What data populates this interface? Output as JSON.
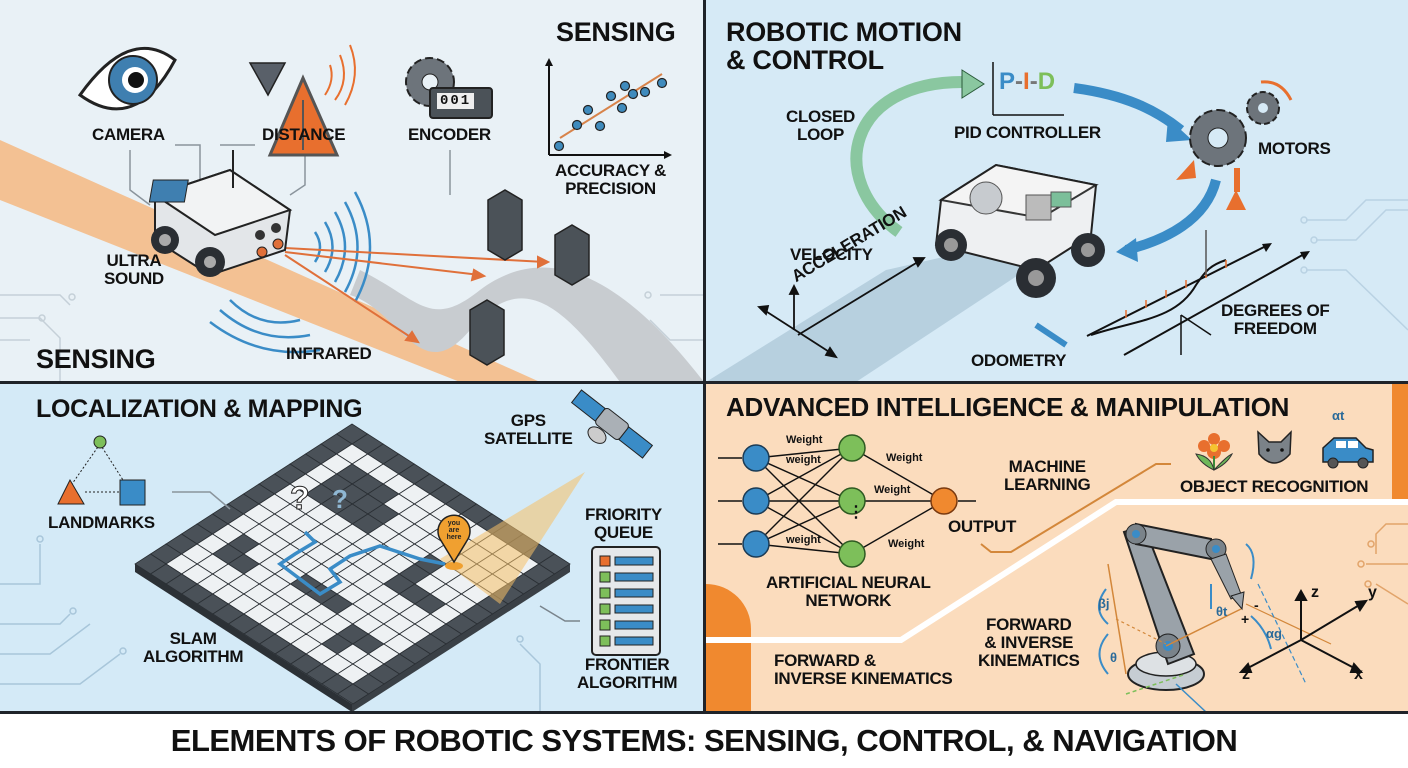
{
  "footer_title": "ELEMENTS OF ROBOTIC SYSTEMS: SENSING, CONTROL, & NAVIGATION",
  "colors": {
    "orange": "#f08a3c",
    "blue": "#3a8cc7",
    "green": "#7dbf5a",
    "dark": "#1f2329",
    "sensing_bg": "#e9f1f6",
    "motion_bg": "#d6eaf6",
    "mapping_bg": "#d4eaf7",
    "intelligence_bg": "#fbdcbd"
  },
  "sensing": {
    "title_top": "SENSING",
    "title_bottom": "SENSING",
    "labels": {
      "camera": "CAMERA",
      "distance": "DISTANCE",
      "encoder": "ENCODER",
      "ultrasound": "ULTRA\nSOUND",
      "infrared": "INFRARED",
      "accuracy": "ACCURACY &\nPRECISION"
    },
    "encoder_counter": "001",
    "icons": [
      "eye-camera-icon",
      "distance-triangle-icon",
      "gear-encoder-icon",
      "robot-car-icon",
      "scatter-plot-icon"
    ]
  },
  "motion": {
    "title": "ROBOTIC MOTION\n& CONTROL",
    "pid": {
      "p": "P",
      "i": "I",
      "d": "D",
      "sep": "-"
    },
    "labels": {
      "closed_loop": "CLOSED\nLOOP",
      "pid_controller": "PID CONTROLLER",
      "motors": "MOTORS",
      "velocity": "VELOCITY",
      "acceleration": "ACCELERATION",
      "odometry": "ODOMETRY",
      "dof": "DEGREES OF\nFREEDOM"
    }
  },
  "mapping": {
    "title": "LOCALIZATION & MAPPING",
    "labels": {
      "landmarks": "LANDMARKS",
      "gps": "GPS\nSATELLITE",
      "priority_queue": "FRIORITY\nQUEUE",
      "frontier": "FRONTIER\nALGORITHM",
      "slam": "SLAM\nALGORITHM",
      "pin": "you\nare\nhere"
    },
    "unknown_marks": [
      "?",
      "?"
    ],
    "queue_items": [
      "orange",
      "green",
      "green",
      "green",
      "green",
      "green"
    ]
  },
  "intelligence": {
    "title": "ADVANCED INTELLIGENCE  & MANIPULATION",
    "labels": {
      "ann": "ARTIFICIAL NEURAL\nNETWORK",
      "output": "OUTPUT",
      "ml": "MACHINE\nLEARNING",
      "object_recognition": "OBJECT RECOGNITION",
      "fik_center": "FORWARD\n& INVERSE\nKINEMATICS",
      "fik_left": "FORWARD &\nINVERSE KINEMATICS"
    },
    "weights": [
      "Weight",
      "weight",
      "Weight",
      "Weight",
      "weight",
      "Weight"
    ],
    "ellipsis": "⋮",
    "recognized_objects": [
      "flower-icon",
      "cat-icon",
      "car-icon"
    ],
    "angles": {
      "alpha_t": "αt",
      "alpha_g": "αg",
      "beta_j": "βj",
      "theta_t": "θt",
      "theta": "θ",
      "plus": "+",
      "minus": "-"
    },
    "axes": {
      "z_up": "z",
      "y": "y",
      "x": "x",
      "z_down": "z"
    }
  }
}
